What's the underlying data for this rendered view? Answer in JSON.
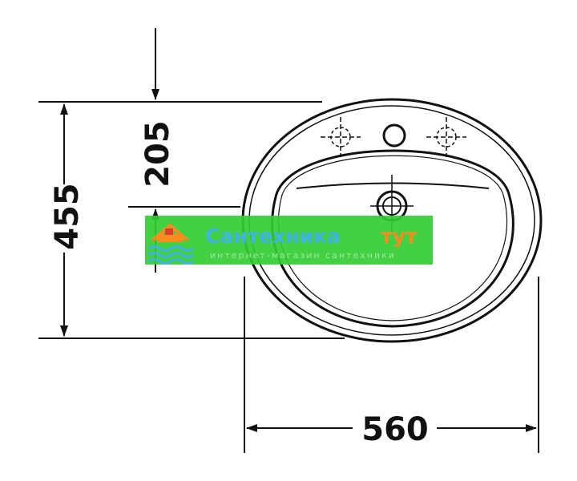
{
  "dimensions": {
    "overall_depth": "455",
    "tap_hole_offset": "205",
    "overall_width": "560"
  },
  "watermark": {
    "brand": "Сантехника",
    "brand_accent": "тут",
    "tagline": "интернет-магазин сантехники",
    "colors": {
      "background": "#33cc33",
      "brand": "#3fb5e5",
      "accent": "#ff8a1e"
    },
    "icon": "house-waves-logo-icon"
  },
  "colors": {
    "line": "#111111",
    "background": "#ffffff"
  }
}
